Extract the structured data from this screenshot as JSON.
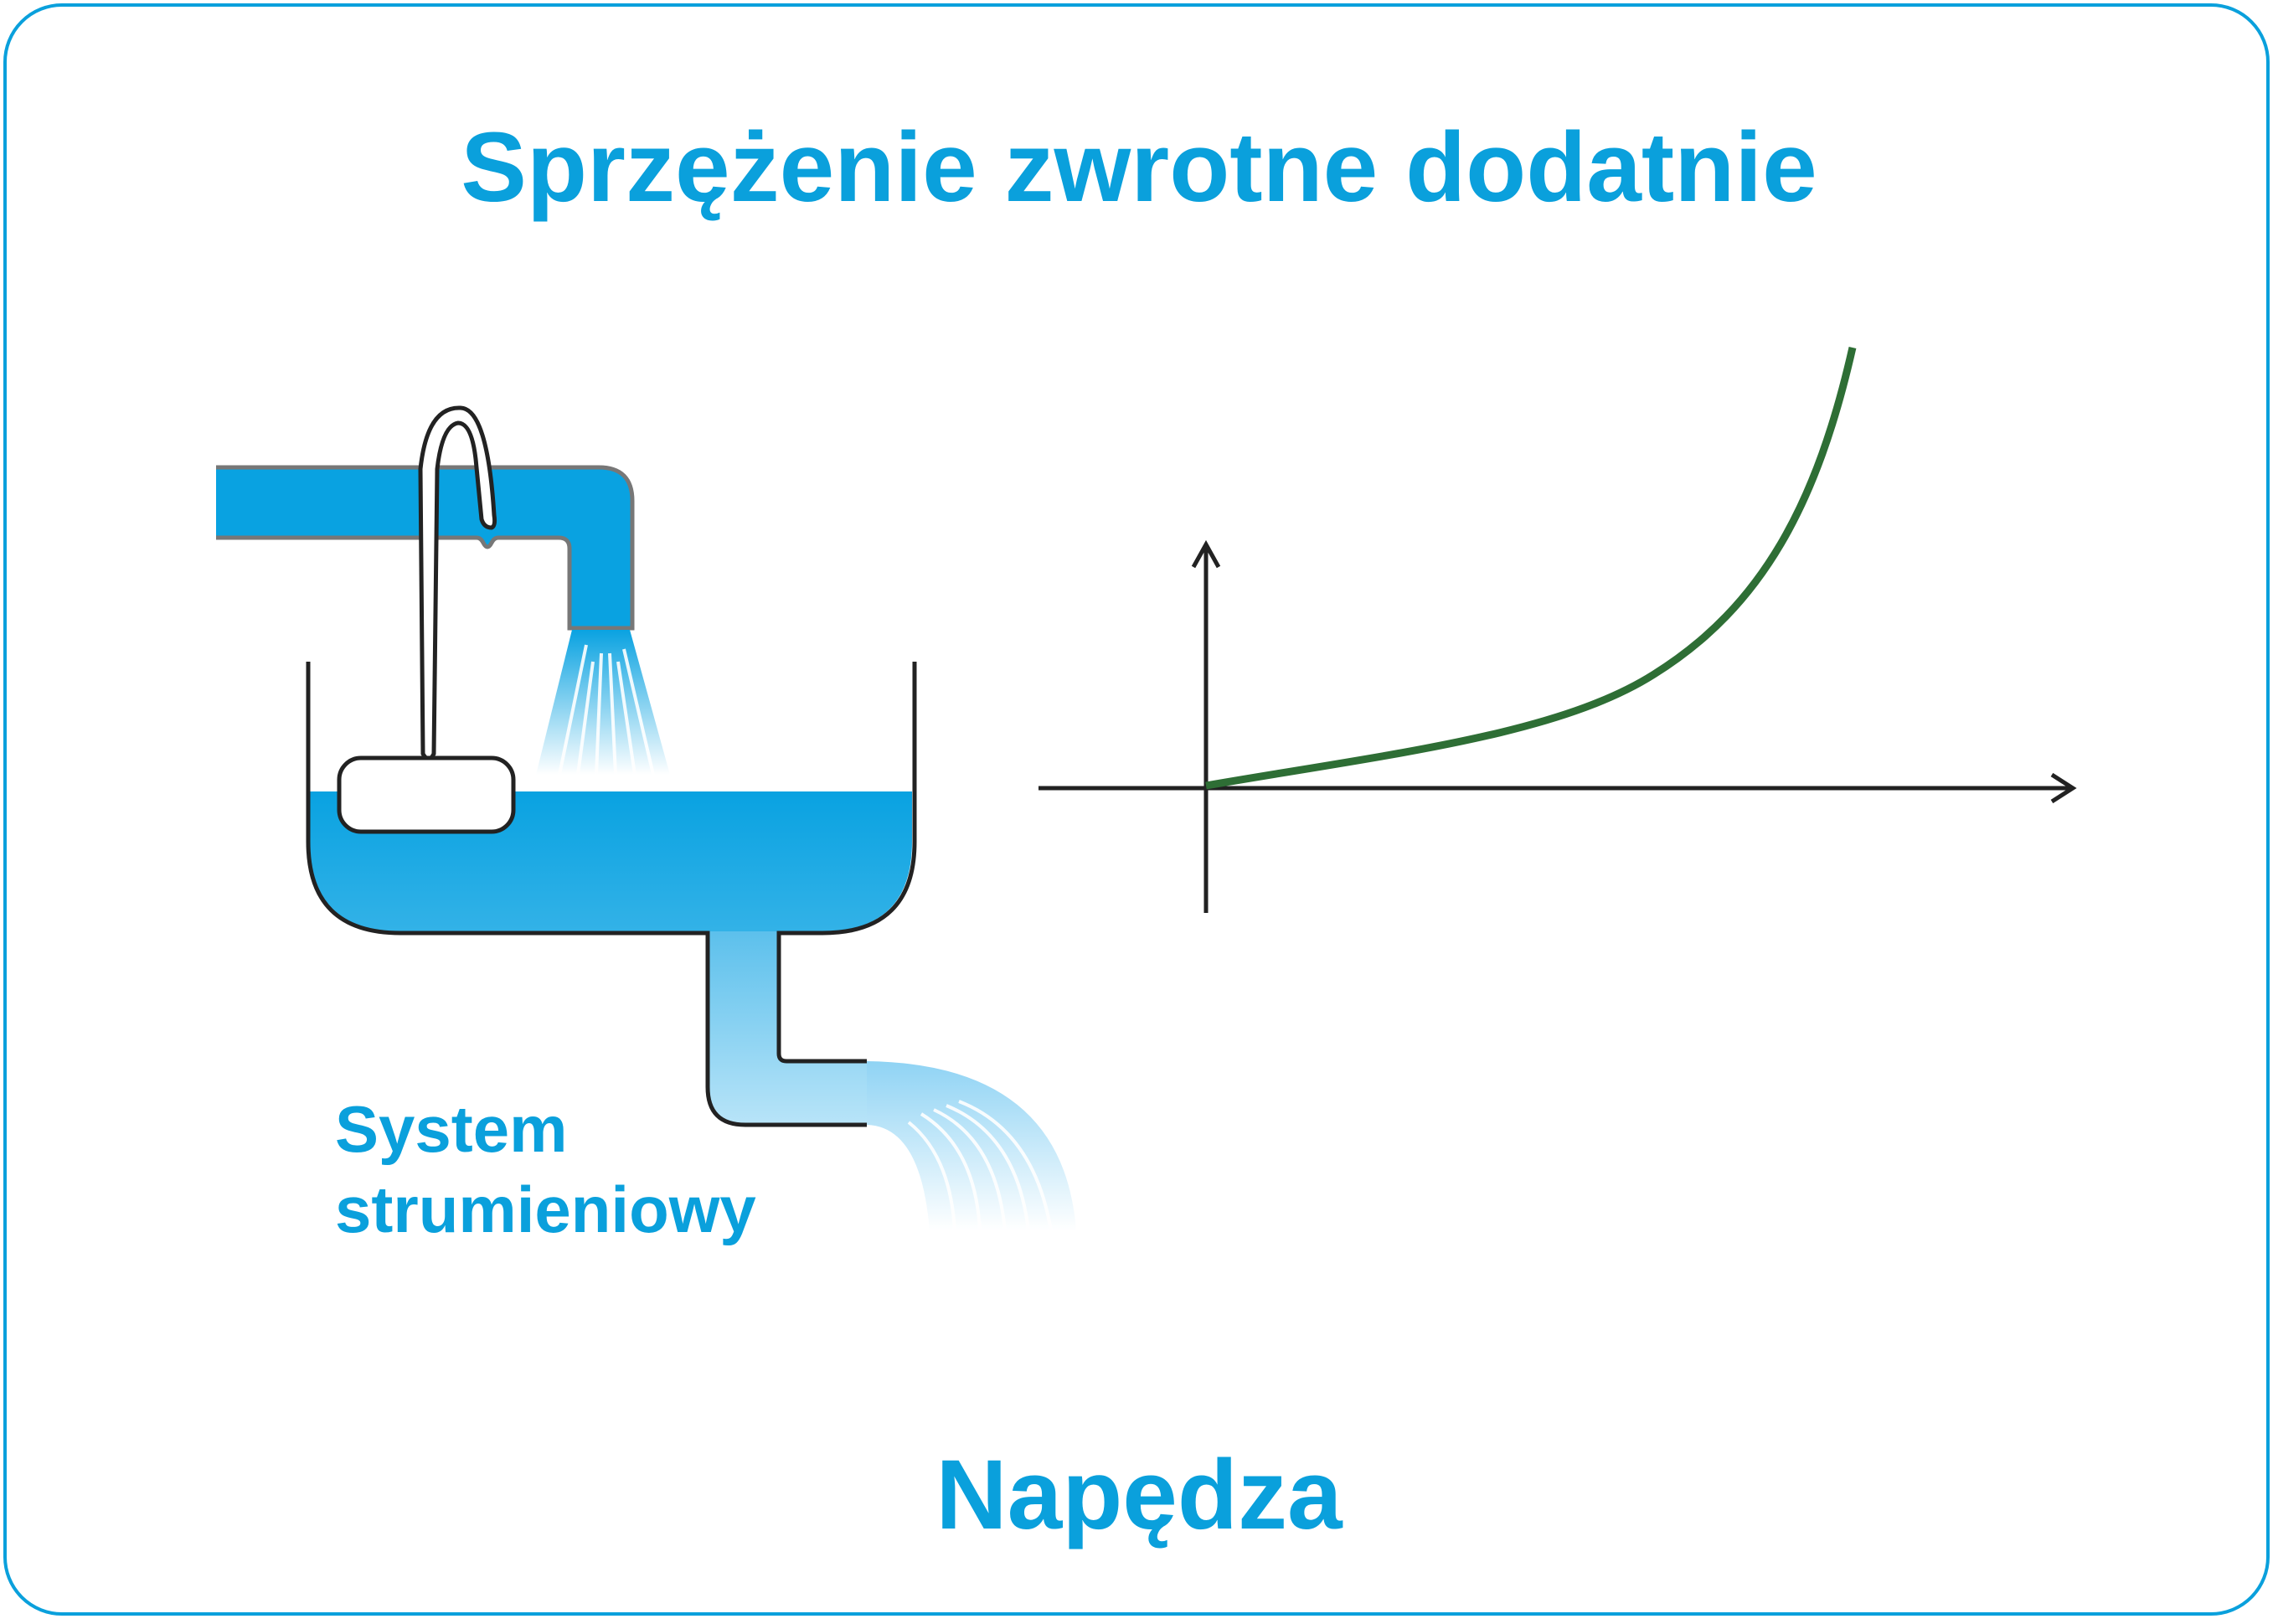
{
  "title": "Sprzężenie zwrotne dodatnie",
  "caption": "Napędza",
  "system_label": {
    "line1": "System",
    "line2": "strumieniowy"
  },
  "colors": {
    "accent": "#0aa0dc",
    "water": "#09a2e1",
    "curve": "#2e6e35",
    "outline": "#222222",
    "pipe_edge": "#777777"
  }
}
